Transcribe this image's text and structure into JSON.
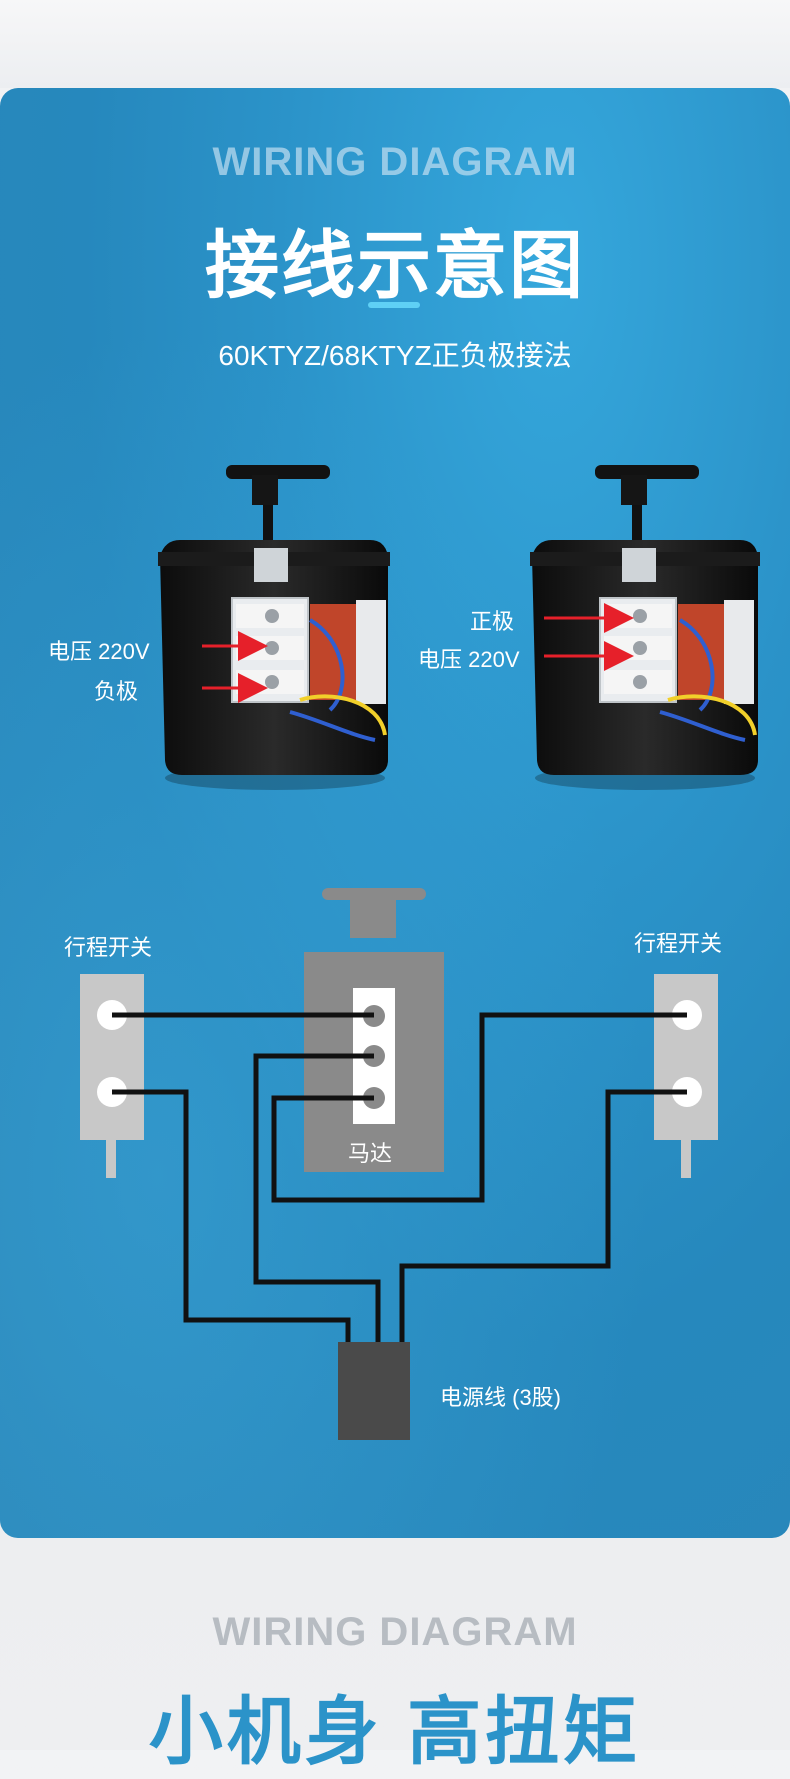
{
  "header": {
    "english_title": "WIRING DIAGRAM",
    "chinese_title": "接线示意图",
    "subtitle": "60KTYZ/68KTYZ正负极接法"
  },
  "motor_photos": {
    "left": {
      "label_voltage": "电压 220V",
      "label_negative": "负极"
    },
    "right": {
      "label_positive": "正极",
      "label_voltage": "电压 220V"
    }
  },
  "schematic": {
    "limit_switch_left": "行程开关",
    "limit_switch_right": "行程开关",
    "motor_label": "马达",
    "power_cable_label": "电源线 (3股)"
  },
  "footer": {
    "english_title": "WIRING DIAGRAM",
    "chinese_title": "小机身 高扭矩"
  },
  "colors": {
    "card_blue": "#2b93c9",
    "accent_cyan": "#5fd0f5",
    "arrow_red": "#e6202a",
    "schematic_gray": "#8a8a8a",
    "wire_black": "#111111"
  }
}
